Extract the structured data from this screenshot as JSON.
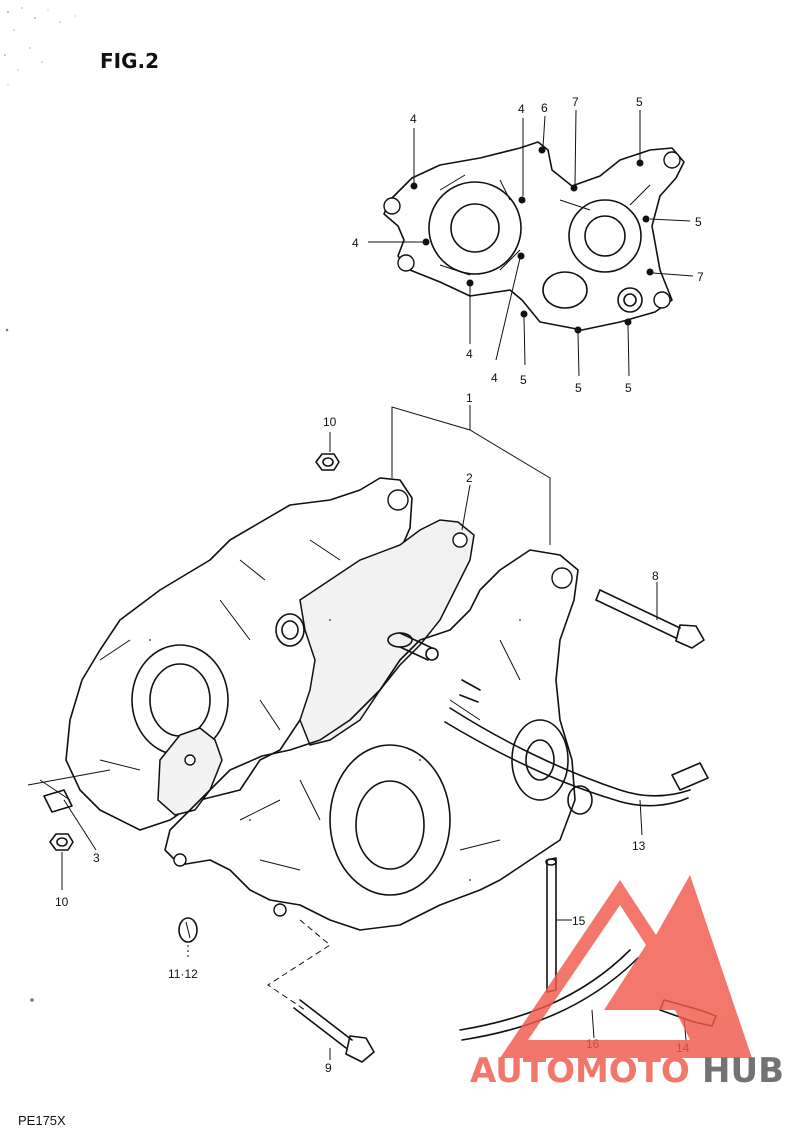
{
  "figure": {
    "title": "FIG.2",
    "model": "PE175X"
  },
  "callouts": {
    "c1": "1",
    "c2": "2",
    "c3": "3",
    "c4a": "4",
    "c4b": "4",
    "c4c": "4",
    "c4d": "4",
    "c4e": "4",
    "c5a": "5",
    "c5b": "5",
    "c5c": "5",
    "c5d": "5",
    "c5e": "5",
    "c6": "6",
    "c7a": "7",
    "c7b": "7",
    "c8": "8",
    "c9": "9",
    "c10a": "10",
    "c10b": "10",
    "c11": "11·12",
    "c13": "13",
    "c14": "14",
    "c15": "15",
    "c16": "16"
  },
  "watermark": {
    "part1": "AUTOMOTO",
    "part2": "HUB",
    "color_primary": "#f05a4a",
    "color_secondary": "#555555"
  }
}
